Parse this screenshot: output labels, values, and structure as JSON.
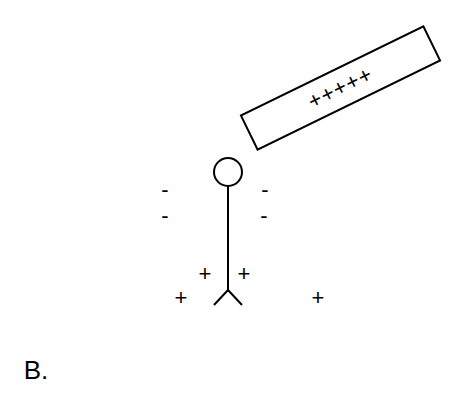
{
  "diagram": {
    "nodes": [
      {
        "text": [
          "+++++"
        ]
      }
    ],
    "labels": [
      "-",
      "-",
      "-",
      "-",
      "+",
      "+",
      "+",
      "+",
      "B."
    ]
  }
}
